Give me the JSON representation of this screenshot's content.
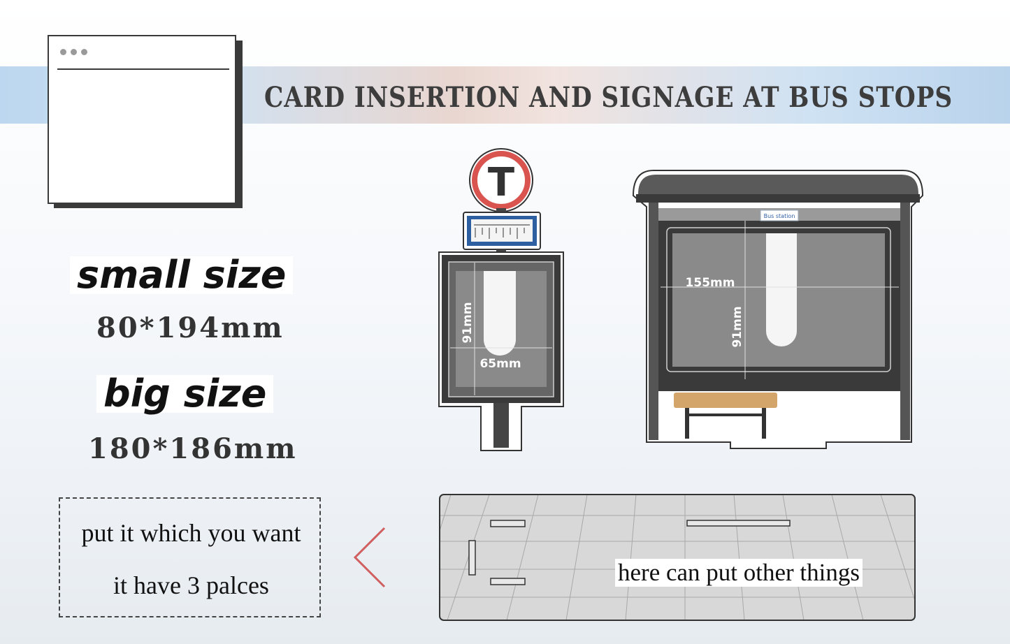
{
  "banner": {
    "title": "CARD INSERTION AND SIGNAGE AT BUS STOPS"
  },
  "sizes": {
    "small": {
      "label": "small size",
      "dims": "80*194mm"
    },
    "big": {
      "label": "big size",
      "dims": "180*186mm"
    }
  },
  "note_box": {
    "line1": "put it  which you want",
    "line2": "it have 3 palces"
  },
  "sign_diagram": {
    "sign_letter": "T",
    "height_label": "91mm",
    "width_label": "65mm"
  },
  "shelter_diagram": {
    "station_label": "Bus station",
    "width_label": "155mm",
    "height_label": "91mm"
  },
  "floor": {
    "note": "here can put other things"
  },
  "colors": {
    "banner_blue": "#cfe2f3",
    "sign_red": "#d9534f",
    "sign_blue": "#2e5fa1",
    "bench": "#d4a56a",
    "arrow": "#d06060"
  }
}
